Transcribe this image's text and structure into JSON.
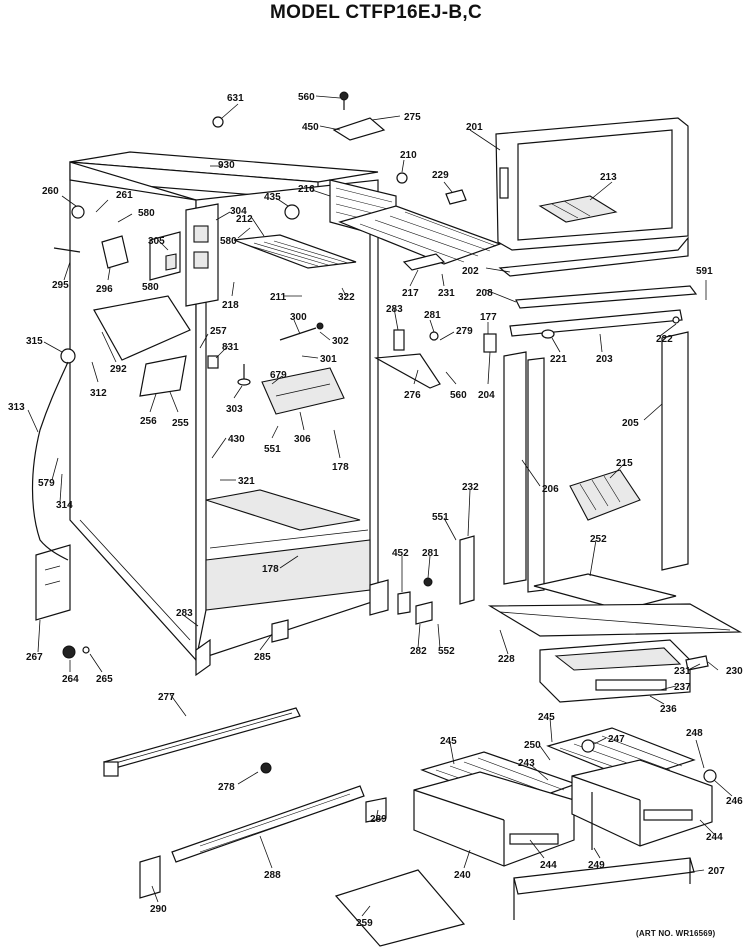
{
  "title": "MODEL CTFP16EJ-B,C",
  "art_number": "(ART NO. WR16569)",
  "part_labels": {
    "p631": "631",
    "p560a": "560",
    "p275": "275",
    "p450": "450",
    "p201": "201",
    "p930": "930",
    "p210": "210",
    "p229": "229",
    "p213": "213",
    "p260": "260",
    "p261": "261",
    "p435": "435",
    "p216": "216",
    "p580a": "580",
    "p304": "304",
    "p212": "212",
    "p305": "305",
    "p580b": "580",
    "p295": "295",
    "p296": "296",
    "p580c": "580",
    "p218": "218",
    "p211": "211",
    "p322": "322",
    "p217": "217",
    "p231a": "231",
    "p202": "202",
    "p591": "591",
    "p208": "208",
    "p283a": "283",
    "p281a": "281",
    "p177": "177",
    "p279": "279",
    "p300": "300",
    "p302": "302",
    "p257": "257",
    "p315": "315",
    "p292": "292",
    "p312": "312",
    "p831": "831",
    "p301": "301",
    "p679": "679",
    "p222": "222",
    "p221": "221",
    "p203": "203",
    "p276": "276",
    "p560b": "560",
    "p204": "204",
    "p303": "303",
    "p256": "256",
    "p255": "255",
    "p313": "313",
    "p306": "306",
    "p205": "205",
    "p551a": "551",
    "p430": "430",
    "p178a": "178",
    "p579": "579",
    "p321": "321",
    "p206": "206",
    "p215": "215",
    "p314": "314",
    "p232": "232",
    "p551b": "551",
    "p252": "252",
    "p452": "452",
    "p281b": "281",
    "p178b": "178",
    "p283b": "283",
    "p285": "285",
    "p282": "282",
    "p552": "552",
    "p228": "228",
    "p231b": "231",
    "p230": "230",
    "p267": "267",
    "p237": "237",
    "p264": "264",
    "p265": "265",
    "p236": "236",
    "p277": "277",
    "p247": "247",
    "p245a": "245",
    "p245b": "245",
    "p248": "248",
    "p250": "250",
    "p278": "278",
    "p243": "243",
    "p246": "246",
    "p289": "289",
    "p244a": "244",
    "p244b": "244",
    "p288": "288",
    "p249": "249",
    "p240": "240",
    "p207": "207",
    "p290": "290",
    "p259": "259"
  }
}
